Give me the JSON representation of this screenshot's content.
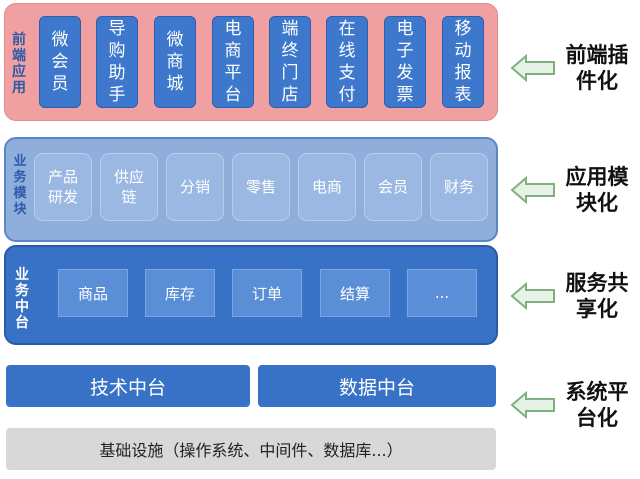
{
  "layers": {
    "frontend": {
      "label": "前端应用",
      "apps": [
        "微会员",
        "导购助手",
        "微商城",
        "电商平台",
        "端终门店",
        "在线支付",
        "电子发票",
        "移动报表"
      ],
      "side_label": "前端插件化"
    },
    "modules": {
      "label": "业务模块",
      "items": [
        "产品研发",
        "供应链",
        "分销",
        "零售",
        "电商",
        "会员",
        "财务"
      ],
      "side_label": "应用模块化"
    },
    "middle": {
      "label": "业务中台",
      "items": [
        "商品",
        "库存",
        "订单",
        "结算",
        "..."
      ],
      "side_label": "服务共享化"
    },
    "platform": {
      "items": [
        "技术中台",
        "数据中台"
      ],
      "side_label": "系统平台化"
    },
    "base": {
      "label": "基础设施（操作系统、中间件、数据库...）"
    }
  },
  "colors": {
    "frontend_band": "#f0a0a0",
    "app_box": "#3d78cc",
    "module_band": "#8faedc",
    "middle_band": "#3872c7",
    "base": "#d8d8d8",
    "arrow_fill": "#e6f2e6",
    "arrow_stroke": "#7fb07f"
  },
  "icons": {
    "arrows": "left-arrow-icon"
  }
}
